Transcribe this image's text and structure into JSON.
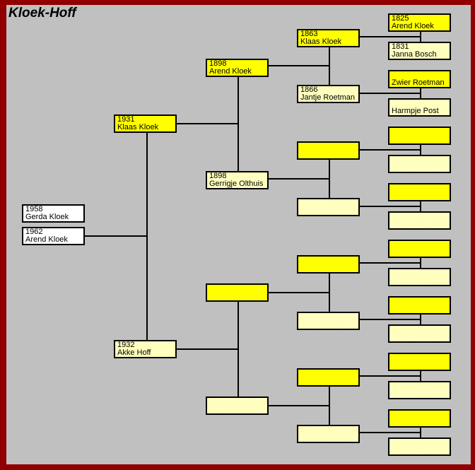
{
  "title": "Kloek-Hoff",
  "colors": {
    "page_border": "#900000",
    "background": "#c0c0c0",
    "father_box": "#ffff00",
    "mother_box": "#ffffb3",
    "root_box": "#ffffff",
    "line": "#000000",
    "text": "#000000"
  },
  "generations": {
    "gen1": [
      {
        "year": "1958",
        "name": "Gerda Kloek"
      },
      {
        "year": "1962",
        "name": "Arend Kloek"
      }
    ],
    "gen2": [
      {
        "year": "1931",
        "name": "Klaas Kloek"
      },
      {
        "year": "1932",
        "name": "Akke Hoff"
      }
    ],
    "gen3": [
      {
        "year": "1898",
        "name": "Arend Kloek"
      },
      {
        "year": "1898",
        "name": "Gerrigje Olthuis"
      },
      {
        "year": "",
        "name": ""
      },
      {
        "year": "",
        "name": ""
      }
    ],
    "gen4": [
      {
        "year": "1863",
        "name": "Klaas Kloek"
      },
      {
        "year": "1866",
        "name": "Jantje Roetman"
      },
      {
        "year": "",
        "name": ""
      },
      {
        "year": "",
        "name": ""
      },
      {
        "year": "",
        "name": ""
      },
      {
        "year": "",
        "name": ""
      },
      {
        "year": "",
        "name": ""
      },
      {
        "year": "",
        "name": ""
      }
    ],
    "gen5": [
      {
        "year": "1825",
        "name": "Arend Kloek"
      },
      {
        "year": "1831",
        "name": "Janna Bosch"
      },
      {
        "year": "",
        "name": "Zwier Roetman"
      },
      {
        "year": "",
        "name": "Harmpje Post"
      },
      {
        "year": "",
        "name": ""
      },
      {
        "year": "",
        "name": ""
      },
      {
        "year": "",
        "name": ""
      },
      {
        "year": "",
        "name": ""
      },
      {
        "year": "",
        "name": ""
      },
      {
        "year": "",
        "name": ""
      },
      {
        "year": "",
        "name": ""
      },
      {
        "year": "",
        "name": ""
      },
      {
        "year": "",
        "name": ""
      },
      {
        "year": "",
        "name": ""
      },
      {
        "year": "",
        "name": ""
      },
      {
        "year": "",
        "name": ""
      }
    ]
  }
}
